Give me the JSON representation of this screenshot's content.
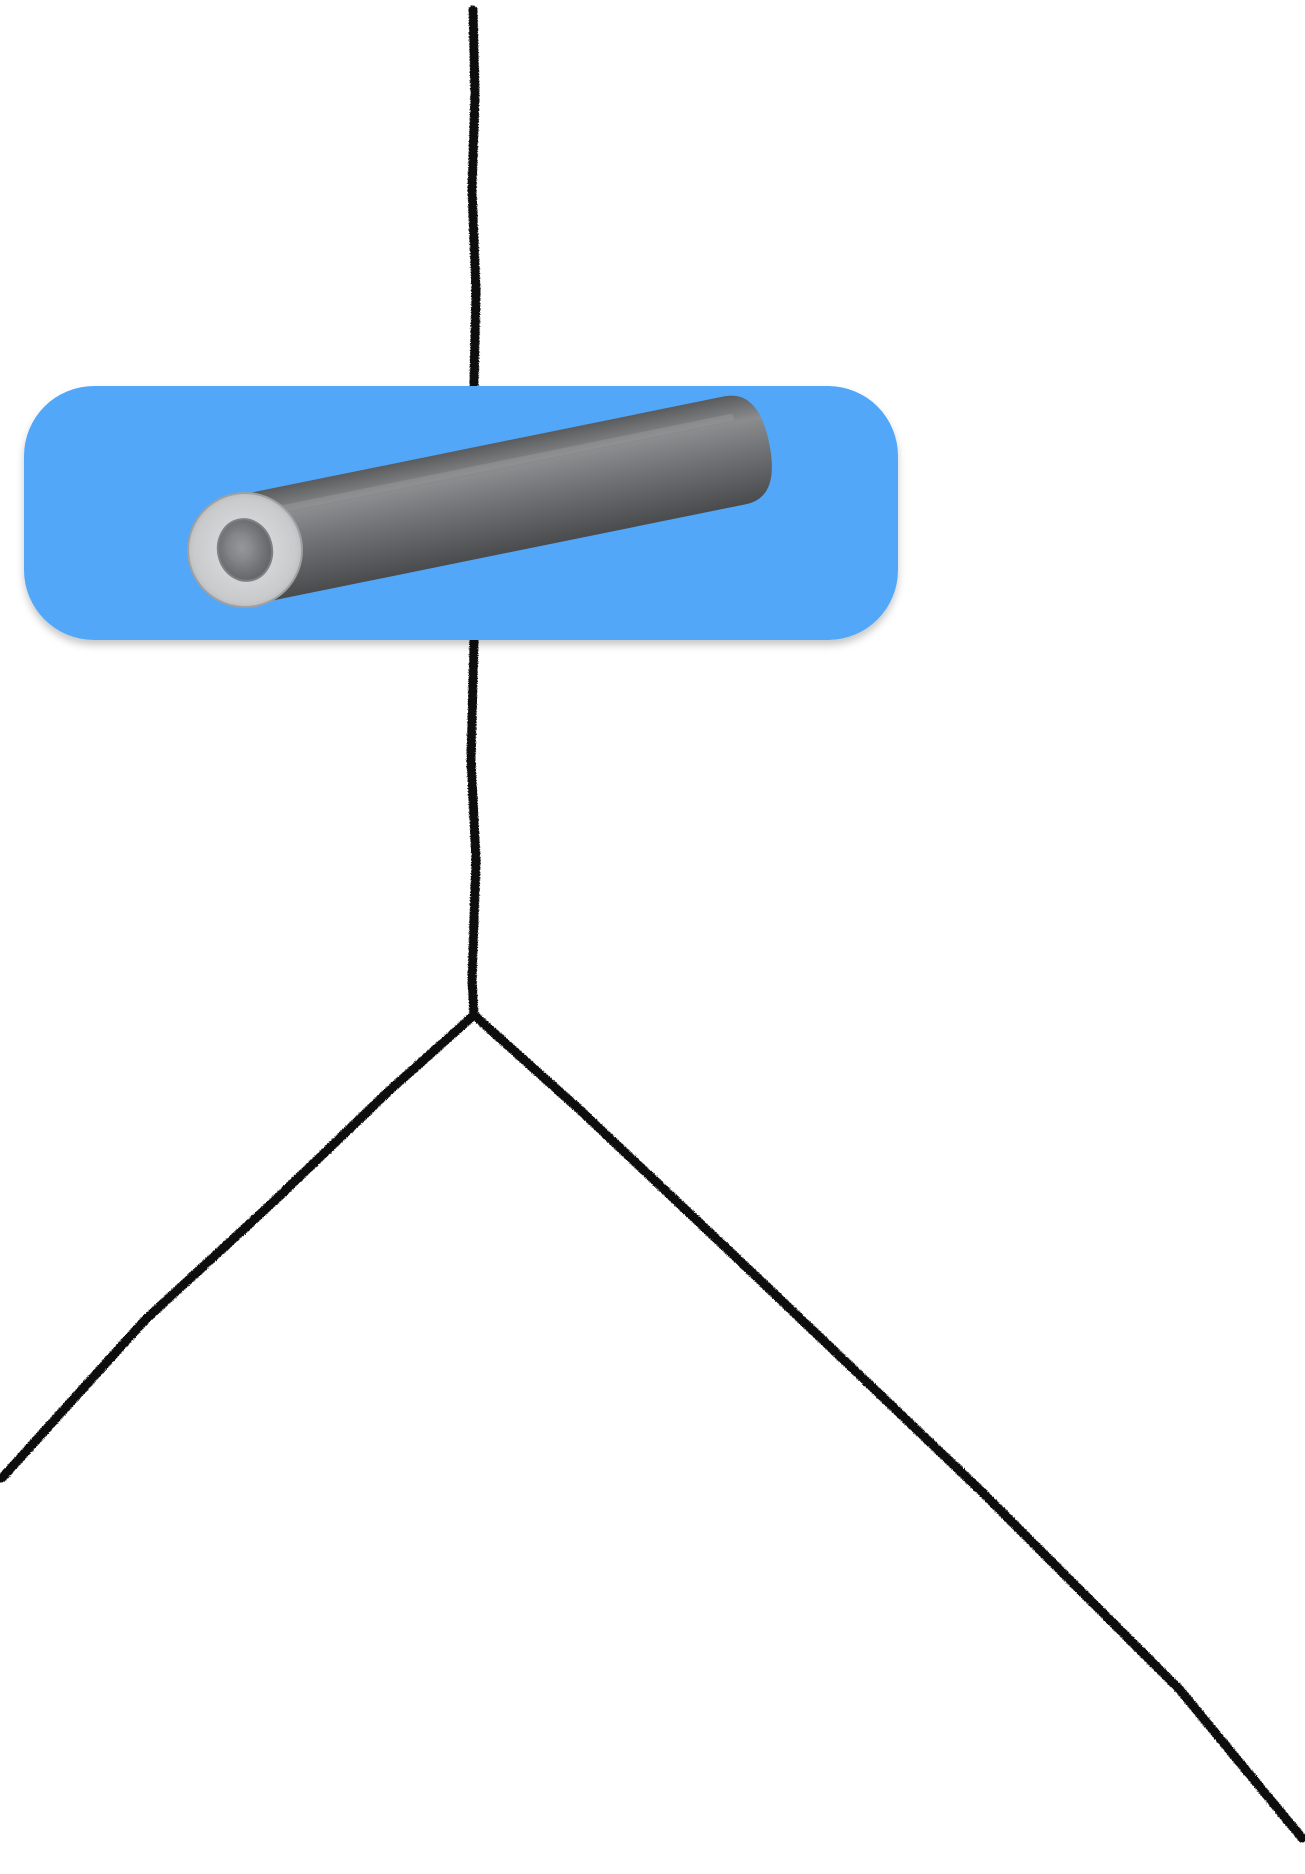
{
  "diagram": {
    "background_color": "#ffffff",
    "line_color": "#111111",
    "segments": [
      {
        "name": "vertical-line-top"
      },
      {
        "name": "vertical-line-middle"
      },
      {
        "name": "diagonal-line-left"
      },
      {
        "name": "diagonal-line-right"
      }
    ],
    "nodes": [
      {
        "name": "tube-node",
        "fill_color": "#52a7f8",
        "icon": "pipe-tube-icon",
        "icon_colors": {
          "body": "#666769",
          "highlight": "#8b8c8e",
          "end_cap": "#c9cacc",
          "bore": "#707174"
        }
      }
    ],
    "junctions": [
      {
        "name": "branch-junction"
      }
    ]
  }
}
